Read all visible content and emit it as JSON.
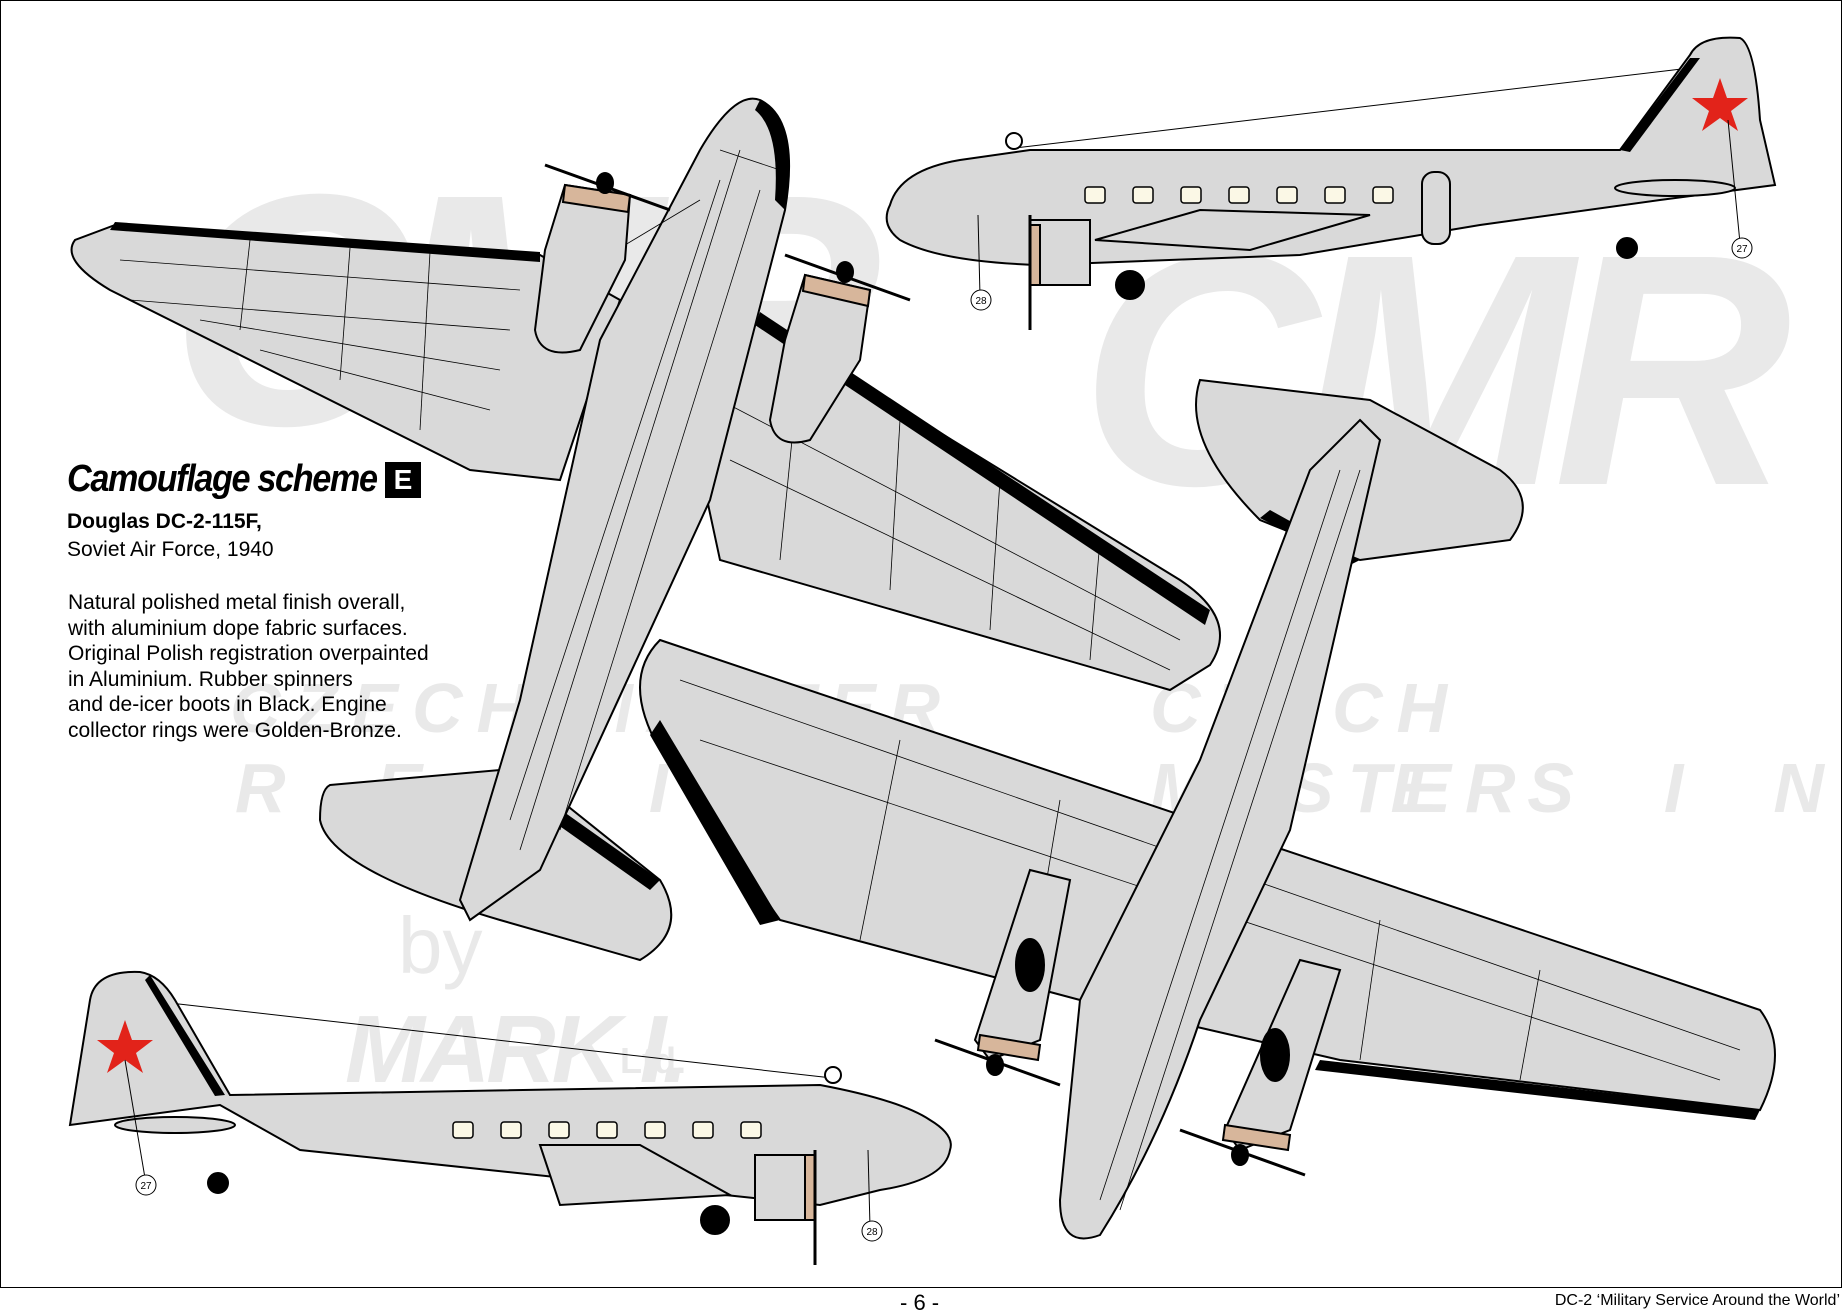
{
  "scheme": {
    "title": "Camouflage scheme",
    "badge": "E",
    "aircraft": "Douglas DC-2-115F,",
    "operator": "Soviet Air Force, 1940",
    "description": "Natural polished metal finish overall,\nwith aluminium dope fabric surfaces.\nOriginal Polish registration overpainted\nin Aluminium. Rubber spinners\nand de-icer boots in Black. Engine\ncollector rings were Golden-Bronze."
  },
  "callouts": {
    "top_star": "27",
    "top_antenna": "28",
    "bottom_star": "27",
    "bottom_antenna": "28"
  },
  "watermark": {
    "logo_left": "CMR",
    "logo_right": "CMR",
    "line1_left": "CZECH MASTER",
    "line2_left": "RESIN",
    "line1_right": "CZECH MASTER",
    "line2_right": "RESIN",
    "by": "by",
    "brand": "MARK I.",
    "brand_suffix": "Ltd."
  },
  "footer": {
    "page_number": "- 6 -",
    "publication": "DC-2 ‘Military Service Around the World’"
  },
  "colors": {
    "aluminium": "#d9d9d9",
    "panel_line": "#000000",
    "star_red": "#e2231a",
    "collector_ring": "#d7b69b",
    "watermark": "#e9e9e9",
    "window": "#fbf8e6"
  }
}
